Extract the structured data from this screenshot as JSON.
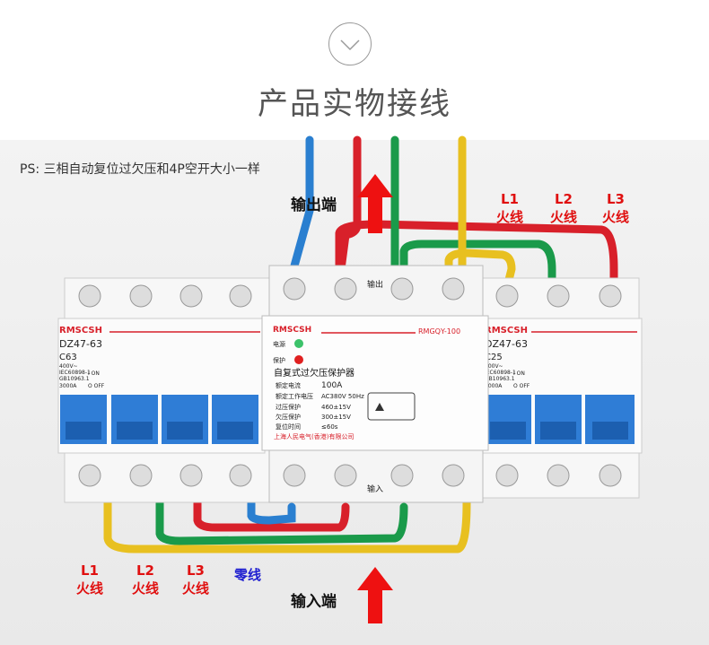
{
  "header": {
    "icon": "chevron-down-icon",
    "title": "产品实物接线"
  },
  "note": "PS: 三相自动复位过欠压和4P空开大小一样",
  "output_label": "输出端",
  "input_label": "输入端",
  "top_phases": [
    {
      "l": "L1",
      "t": "火线"
    },
    {
      "l": "L2",
      "t": "火线"
    },
    {
      "l": "L3",
      "t": "火线"
    }
  ],
  "bottom_phases": [
    {
      "l": "L1",
      "t": "火线"
    },
    {
      "l": "L2",
      "t": "火线"
    },
    {
      "l": "L3",
      "t": "火线"
    }
  ],
  "neutral": "零线",
  "left_breaker": {
    "brand": "RMSCSH",
    "model": "DZ47-63",
    "rating": "C63",
    "spec1": "400V~",
    "spec2": "IEC60898-1",
    "spec3": "GB10963.1",
    "spec4": "3000A",
    "on": "I ON",
    "off": "O OFF"
  },
  "right_breaker": {
    "brand": "RMSCSH",
    "model": "DZ47-63",
    "rating": "C25",
    "spec1": "400V~",
    "spec2": "IEC60898-1",
    "spec3": "GB10963.1",
    "spec4": "3000A",
    "on": "I ON",
    "off": "O OFF"
  },
  "protector": {
    "brand": "RMSCSH",
    "model": "RMGQY-100",
    "out": "输出",
    "in": "输入",
    "power": "电源",
    "protect": "保护",
    "name": "自复式过欠压保护器",
    "rows": [
      [
        "额定电流",
        "100A"
      ],
      [
        "额定工作电压",
        "AC380V 50Hz"
      ],
      [
        "过压保护",
        "460±15V"
      ],
      [
        "欠压保护",
        "300±15V"
      ],
      [
        "复位时间",
        "≤60s"
      ]
    ],
    "maker": "上海人民电气(香港)有限公司"
  },
  "colors": {
    "red": "#e01010",
    "arrow": "#ee1111",
    "blue": "#2a6fc9"
  }
}
